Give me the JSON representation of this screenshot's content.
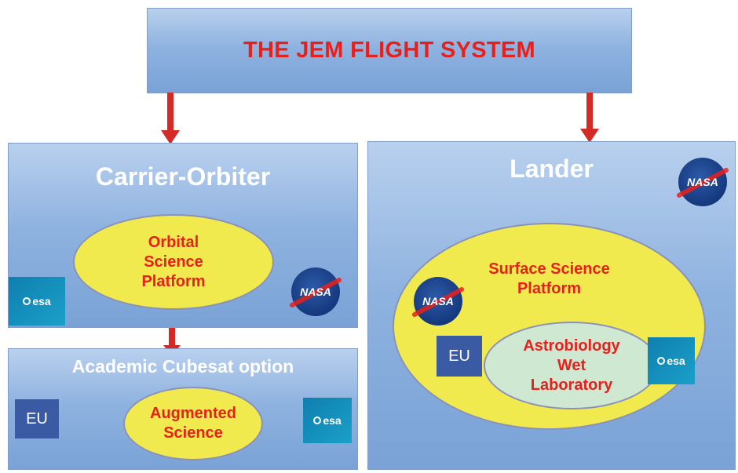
{
  "title": "THE JEM FLIGHT SYSTEM",
  "carrier": {
    "heading": "Carrier-Orbiter",
    "platform": [
      "Orbital",
      "Science",
      "Platform"
    ]
  },
  "cubesat": {
    "heading": "Academic Cubesat option",
    "platform": [
      "Augmented",
      "Science"
    ]
  },
  "lander": {
    "heading": "Lander",
    "platform": [
      "Surface Science",
      "Platform"
    ],
    "lab": [
      "Astrobiology",
      "Wet",
      "Laboratory"
    ]
  },
  "logos": {
    "eu": "EU",
    "esa": "esa",
    "nasa": "NASA"
  },
  "colors": {
    "box_blue": "#8fb3e0",
    "ellipse_yellow": "#f1ea4f",
    "lab_green": "#cfe8d2",
    "text_red": "#e8201c",
    "arrow_red": "#d42a25",
    "eu_blue": "#3a5aa3"
  }
}
